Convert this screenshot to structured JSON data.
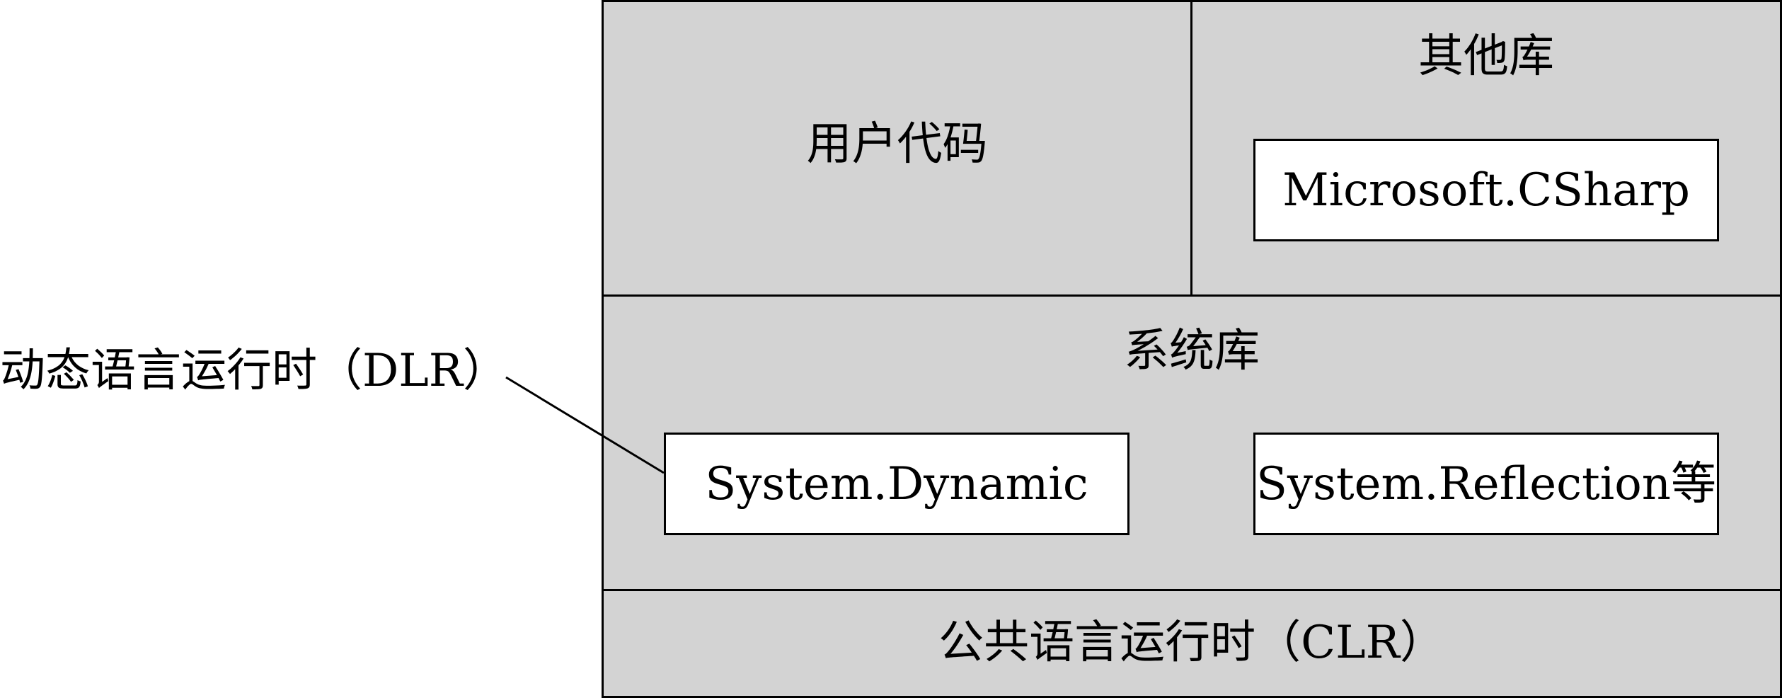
{
  "diagram": {
    "user_code": "用户代码",
    "other_libs": {
      "title": "其他库",
      "items": [
        "Microsoft.CSharp"
      ]
    },
    "system_libs": {
      "title": "系统库",
      "items": [
        "System.Dynamic",
        "System.Reflection等"
      ]
    },
    "clr": "公共语言运行时（CLR）",
    "dlr_callout": "动态语言运行时（DLR）"
  }
}
